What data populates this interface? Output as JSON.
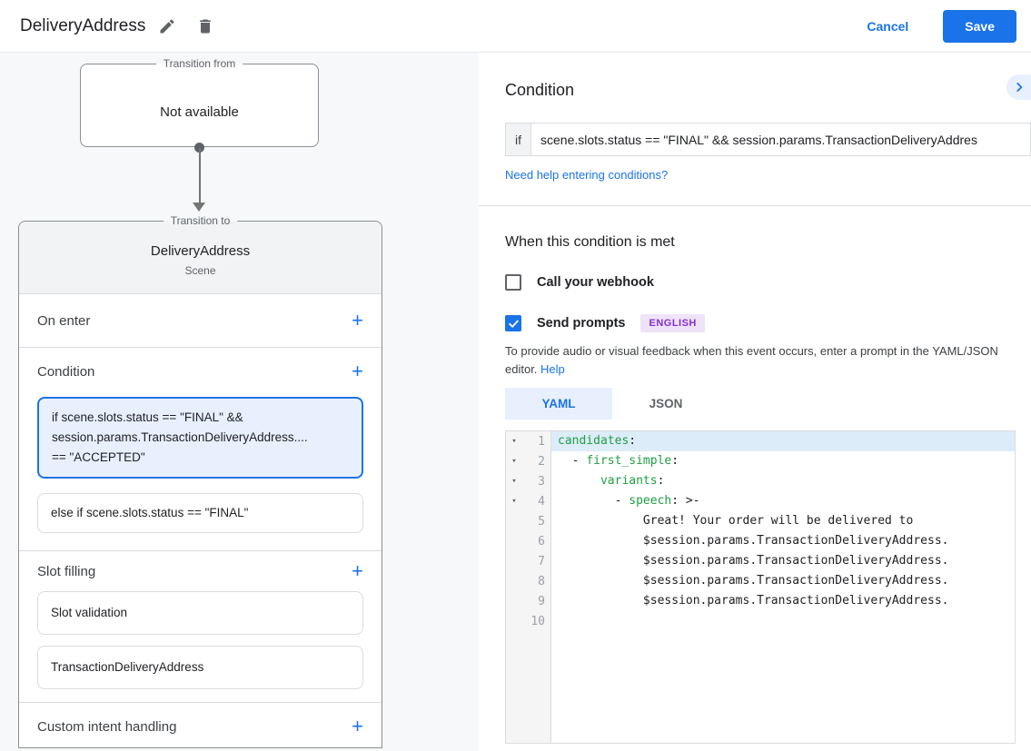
{
  "colors": {
    "accent": "#1a73e8",
    "code_key": "#1f9e44",
    "selected_fill": "#e8f0fe",
    "badge_bg": "#efe3f9",
    "badge_text": "#8430ce"
  },
  "header": {
    "title": "DeliveryAddress",
    "edit_icon": "pencil-icon",
    "delete_icon": "trash-icon",
    "cancel_label": "Cancel",
    "save_label": "Save"
  },
  "canvas": {
    "transition_from": {
      "legend": "Transition from",
      "content": "Not available"
    },
    "transition_to": {
      "legend": "Transition to",
      "scene_name": "DeliveryAddress",
      "scene_type": "Scene",
      "on_enter": {
        "label": "On enter",
        "add_icon": "+"
      },
      "condition": {
        "label": "Condition",
        "add_icon": "+",
        "selected_item": "if scene.slots.status == \"FINAL\" &&\nsession.params.TransactionDeliveryAddress....\n== \"ACCEPTED\"",
        "else_item": "else if scene.slots.status == \"FINAL\""
      },
      "slot_filling": {
        "label": "Slot filling",
        "add_icon": "+",
        "items": [
          "Slot validation",
          "TransactionDeliveryAddress"
        ]
      },
      "custom_intent": {
        "label": "Custom intent handling",
        "add_icon": "+"
      }
    }
  },
  "panel": {
    "condition_heading": "Condition",
    "if_label": "if",
    "if_value": "scene.slots.status == \"FINAL\" && session.params.TransactionDeliveryAddres",
    "help_link": "Need help entering conditions?",
    "when_met_heading": "When this condition is met",
    "webhook": {
      "label": "Call your webhook",
      "checked": false
    },
    "send_prompts": {
      "label": "Send prompts",
      "checked": true,
      "badge": "ENGLISH"
    },
    "prompt_note": "To provide audio or visual feedback when this event occurs, enter a prompt in the YAML/JSON editor. ",
    "prompt_help_link": "Help",
    "tabs": [
      {
        "label": "YAML",
        "active": true
      },
      {
        "label": "JSON",
        "active": false
      }
    ]
  },
  "editor": {
    "active_line": 1,
    "lines": [
      {
        "num": 1,
        "fold": true,
        "tokens": [
          {
            "t": "key",
            "s": "candidates"
          },
          {
            "t": "plain",
            "s": ":"
          }
        ]
      },
      {
        "num": 2,
        "fold": true,
        "tokens": [
          {
            "t": "plain",
            "s": "  - "
          },
          {
            "t": "key",
            "s": "first_simple"
          },
          {
            "t": "plain",
            "s": ":"
          }
        ]
      },
      {
        "num": 3,
        "fold": true,
        "tokens": [
          {
            "t": "plain",
            "s": "      "
          },
          {
            "t": "key",
            "s": "variants"
          },
          {
            "t": "plain",
            "s": ":"
          }
        ]
      },
      {
        "num": 4,
        "fold": true,
        "tokens": [
          {
            "t": "plain",
            "s": "        - "
          },
          {
            "t": "key",
            "s": "speech"
          },
          {
            "t": "plain",
            "s": ": >-"
          }
        ]
      },
      {
        "num": 5,
        "fold": false,
        "tokens": [
          {
            "t": "plain",
            "s": "            Great! Your order will be delivered to"
          }
        ]
      },
      {
        "num": 6,
        "fold": false,
        "tokens": [
          {
            "t": "plain",
            "s": "            $session.params.TransactionDeliveryAddress."
          }
        ]
      },
      {
        "num": 7,
        "fold": false,
        "tokens": [
          {
            "t": "plain",
            "s": "            $session.params.TransactionDeliveryAddress."
          }
        ]
      },
      {
        "num": 8,
        "fold": false,
        "tokens": [
          {
            "t": "plain",
            "s": "            $session.params.TransactionDeliveryAddress."
          }
        ]
      },
      {
        "num": 9,
        "fold": false,
        "tokens": [
          {
            "t": "plain",
            "s": "            $session.params.TransactionDeliveryAddress."
          }
        ]
      },
      {
        "num": 10,
        "fold": false,
        "tokens": []
      }
    ]
  }
}
